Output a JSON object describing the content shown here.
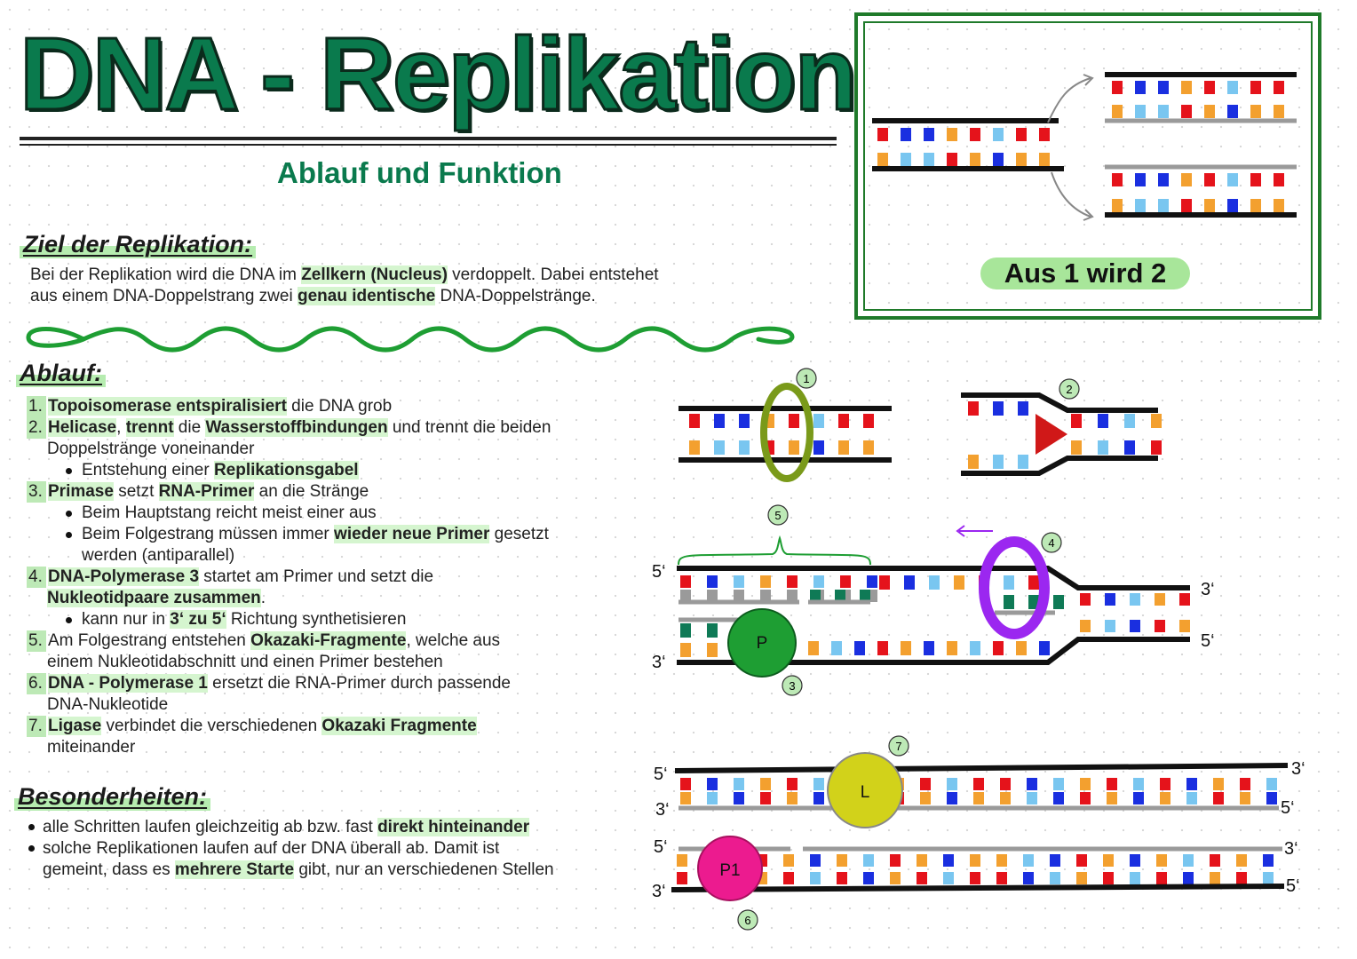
{
  "title": "DNA - Replikation",
  "subtitle": "Ablauf und Funktion",
  "goal": {
    "heading": "Ziel der Replikation:",
    "line1_a": "Bei der Replikation wird die DNA im ",
    "line1_hl": "Zellkern (Nucleus)",
    "line1_b": " verdoppelt. Dabei entstehet",
    "line2_a": "aus einem DNA-Doppelstrang zwei ",
    "line2_hl": "genau identische",
    "line2_b": " DNA-Doppelstränge."
  },
  "ablauf": {
    "heading": "Ablauf:",
    "s1_num": "1.",
    "s1_hl": "Topoisomerase entspiralisiert",
    "s1_b": " die DNA grob",
    "s2_num": "2.",
    "s2_hl": "Helicase",
    "s2_b": ", ",
    "s2_hl2": "trennt",
    "s2_c": " die ",
    "s2_hl3": "Wasserstoffbindungen",
    "s2_d": " und trennt die beiden",
    "s2_cont": "Doppelstränge voneinander",
    "s2_sub_a": "Entstehung einer ",
    "s2_sub_hl": "Replikationsgabel",
    "s3_num": "3.",
    "s3_hl": "Primase",
    "s3_b": " setzt ",
    "s3_hl2": "RNA-Primer",
    "s3_c": " an die Stränge",
    "s3_sub1": "Beim Hauptstang reicht meist einer aus",
    "s3_sub2_a": "Beim Folgestrang müssen immer ",
    "s3_sub2_hl": "wieder neue Primer",
    "s3_sub2_b": " gesetzt",
    "s3_sub2_cont": "werden (antiparallel)",
    "s4_num": "4.",
    "s4_hl": "DNA-Polymerase 3",
    "s4_b": " startet am Primer und setzt die",
    "s4_cont_hl": "Nukleotidpaare zusammen",
    "s4_cont_b": ".",
    "s4_sub_a": "kann nur in ",
    "s4_sub_hl": "3‘ zu 5‘",
    "s4_sub_b": " Richtung synthetisieren",
    "s5_num": "5.",
    "s5_a": "Am Folgestrang entstehen ",
    "s5_hl": "Okazaki-Fragmente",
    "s5_b": ", welche aus",
    "s5_cont": "einem Nukleotidabschnitt und einen Primer bestehen",
    "s6_num": "6.",
    "s6_hl": "DNA - Polymerase 1",
    "s6_b": " ersetzt die RNA-Primer durch passende",
    "s6_cont": "DNA-Nukleotide",
    "s7_num": "7.",
    "s7_hl": "Ligase",
    "s7_b": " verbindet die verschiedenen ",
    "s7_hl2": "Okazaki Fragmente",
    "s7_cont": "miteinander"
  },
  "besonderheiten": {
    "heading": "Besonderheiten:",
    "b1_a": "alle Schritten laufen gleichzeitig ab bzw. fast ",
    "b1_hl": "direkt hinteinander",
    "b2_a": "solche Replikationen laufen auf der DNA überall ab. Damit ist",
    "b2_b": "gemeint, dass es ",
    "b2_hl": "mehrere Starte",
    "b2_c": " gibt, nur an verschiedenen Stellen"
  },
  "box": {
    "label": "Aus 1 wird 2"
  },
  "diagram": {
    "badge1": "1",
    "badge2": "2",
    "badge3": "3",
    "badge4": "4",
    "badge5": "5",
    "badge6": "6",
    "badge7": "7",
    "end_5": "5‘",
    "end_3": "3‘",
    "polymerase3": "P",
    "ligase": "L",
    "polymerase1": "P1",
    "colors": {
      "red": "#e5131b",
      "blue": "#1a2fe0",
      "lightblue": "#79c6f0",
      "orange": "#f3a02f",
      "teal": "#0f7a56",
      "gray": "#9a9a9a",
      "green": "#1e9e33",
      "purple": "#9b27f0",
      "olive": "#7a9a1a",
      "yellow": "#d2d21a",
      "magenta": "#ec1b8f",
      "darkred": "#d01818"
    }
  }
}
